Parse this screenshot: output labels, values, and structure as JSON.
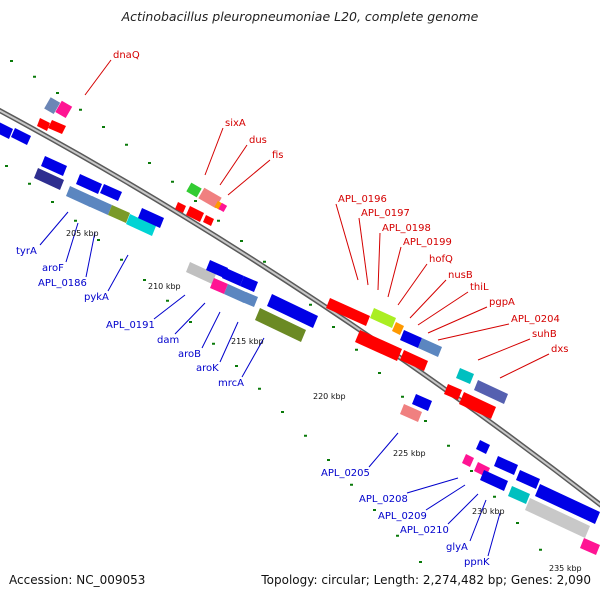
{
  "title": "Actinobacillus pleuropneumoniae L20, complete genome",
  "footer": {
    "accession": "Accession: NC_009053",
    "topology": "Topology: circular; Length: 2,274,482 bp; Genes: 2,090"
  },
  "ticks": [
    "205 kbp",
    "210 kbp",
    "215 kbp",
    "220 kbp",
    "225 kbp",
    "230 kbp",
    "235 kbp"
  ],
  "labels_forward": [
    "dnaQ",
    "sixA",
    "dus",
    "fis",
    "APL_0196",
    "APL_0197",
    "APL_0198",
    "APL_0199",
    "hofQ",
    "nusB",
    "thiL",
    "pgpA",
    "APL_0204",
    "suhB",
    "dxs"
  ],
  "labels_reverse": [
    "tyrA",
    "aroF",
    "APL_0186",
    "pykA",
    "APL_0191",
    "dam",
    "aroB",
    "aroK",
    "mrcA",
    "APL_0205",
    "APL_0208",
    "APL_0209",
    "APL_0210",
    "glyA",
    "ppnK"
  ],
  "colors": {
    "forward_label": "#d40000",
    "reverse_label": "#0000cc",
    "backbone": "#7a7a7a",
    "tick_mark": "#0a7a0a"
  }
}
